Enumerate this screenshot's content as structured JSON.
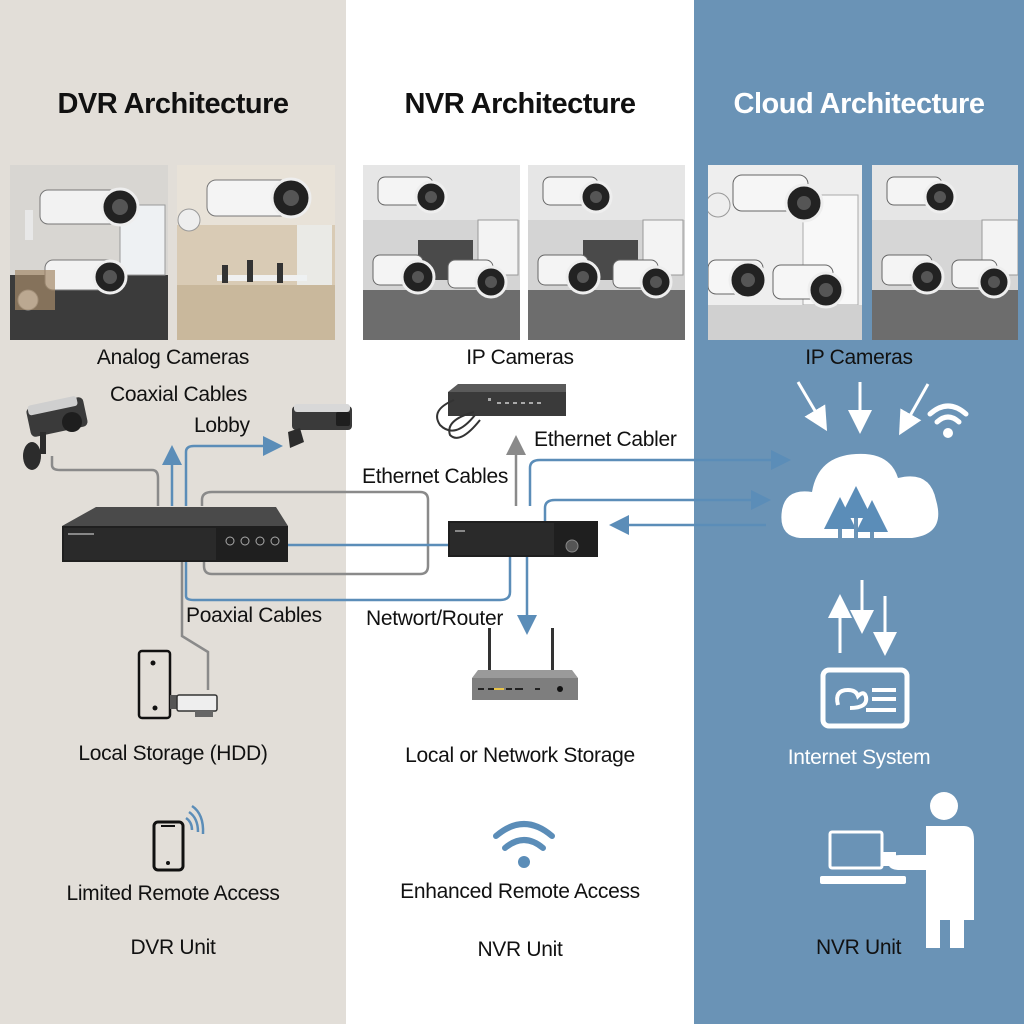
{
  "columns": [
    {
      "id": "dvr",
      "title": "DVR Architecture",
      "background": "#e2ded8",
      "cameras_label": "Analog Cameras",
      "cable_label": "Coaxial Cables",
      "location_label": "Lobby",
      "lower_cable_label": "Poaxial Cables",
      "storage_label": "Local Storage (HDD)",
      "remote_label": "Limited Remote Access",
      "unit_label": "DVR Unit",
      "photo_style": "color"
    },
    {
      "id": "nvr",
      "title": "NVR Architecture",
      "background": "#ffffff",
      "cameras_label": "IP Cameras",
      "cable_label": "Ethernet Cables",
      "cable_label_alt": "Ethernet Cabler",
      "router_label": "Networt/Router",
      "storage_label": "Local or Network Storage",
      "remote_label": "Enhanced Remote Access",
      "unit_label": "NVR Unit",
      "photo_style": "grayscale"
    },
    {
      "id": "cloud",
      "title": "Cloud Architecture",
      "background": "#6a93b6",
      "cameras_label": "IP Cameras",
      "system_label": "Internet System",
      "unit_label": "NVR Unit",
      "photo_style": "grayscale"
    }
  ],
  "colors": {
    "cable_blue": "#5b8db8",
    "cable_gray": "#8a8a8a",
    "device_dark": "#2b2b2b",
    "icon_white": "#ffffff"
  },
  "icons": {
    "dvr_remote": "smartphone-signal-icon",
    "nvr_remote": "wifi-icon",
    "cloud_remote": "person-laptop-icon",
    "cloud_service": "cloud-upload-icon",
    "cloud_signal": "wifi-icon",
    "cloud_system": "dashboard-card-icon",
    "dvr_storage": "hdd-icon",
    "nvr_storage": "router-icon"
  }
}
